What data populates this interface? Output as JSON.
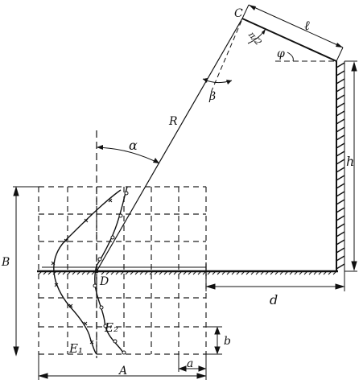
{
  "labels": {
    "C": "C",
    "l": "ℓ",
    "pi_half": "π/2",
    "phi": "φ",
    "beta": "β",
    "R": "R",
    "h": "h",
    "alpha_angle": "α",
    "B": "B",
    "D": "D",
    "d": "d",
    "E2": "E₂",
    "E1": "E₁",
    "b": "b",
    "A": "A",
    "a": "a"
  }
}
